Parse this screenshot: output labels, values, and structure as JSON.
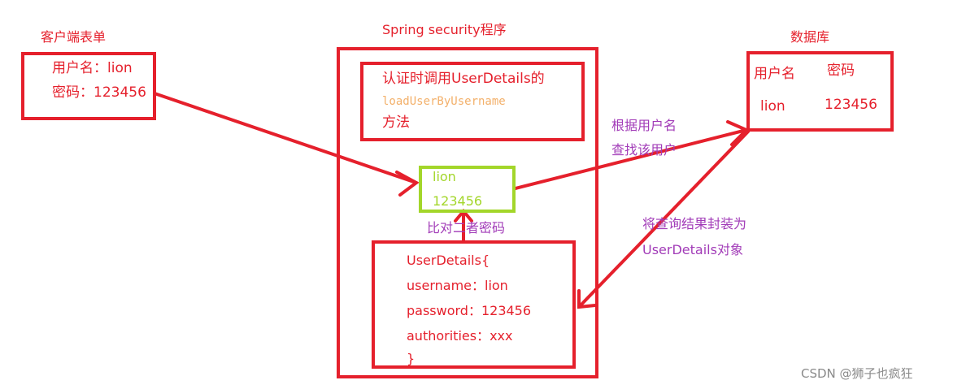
{
  "client": {
    "title": "客户端表单",
    "username_line": "用户名：lion",
    "password_line": "密码：123456"
  },
  "app": {
    "title": "Spring security程序",
    "auth_line1": "认证时调用UserDetails的",
    "auth_method": "loadUserByUsername",
    "auth_line3": "方法",
    "compare_user": "lion",
    "compare_pass": "123456",
    "compare_label": "比对二者密码",
    "userdetails_open": "UserDetails{",
    "userdetails_username": "username：lion",
    "userdetails_password": "password：123456",
    "userdetails_authorities": "authorities：xxx",
    "userdetails_close": "}"
  },
  "database": {
    "title": "数据库",
    "col_user": "用户名",
    "col_pass": "密码",
    "val_user": "lion",
    "val_pass": "123456"
  },
  "annotations": {
    "query_line1": "根据用户名",
    "query_line2": "查找该用户",
    "wrap_line1": "将查询结果封装为",
    "wrap_line2": "UserDetails对象"
  },
  "watermark": "CSDN @狮子也疯狂",
  "colors": {
    "red": "#e5202c",
    "green": "#a3d62a",
    "purple": "#a23cb8",
    "orange": "#f3b06a"
  }
}
